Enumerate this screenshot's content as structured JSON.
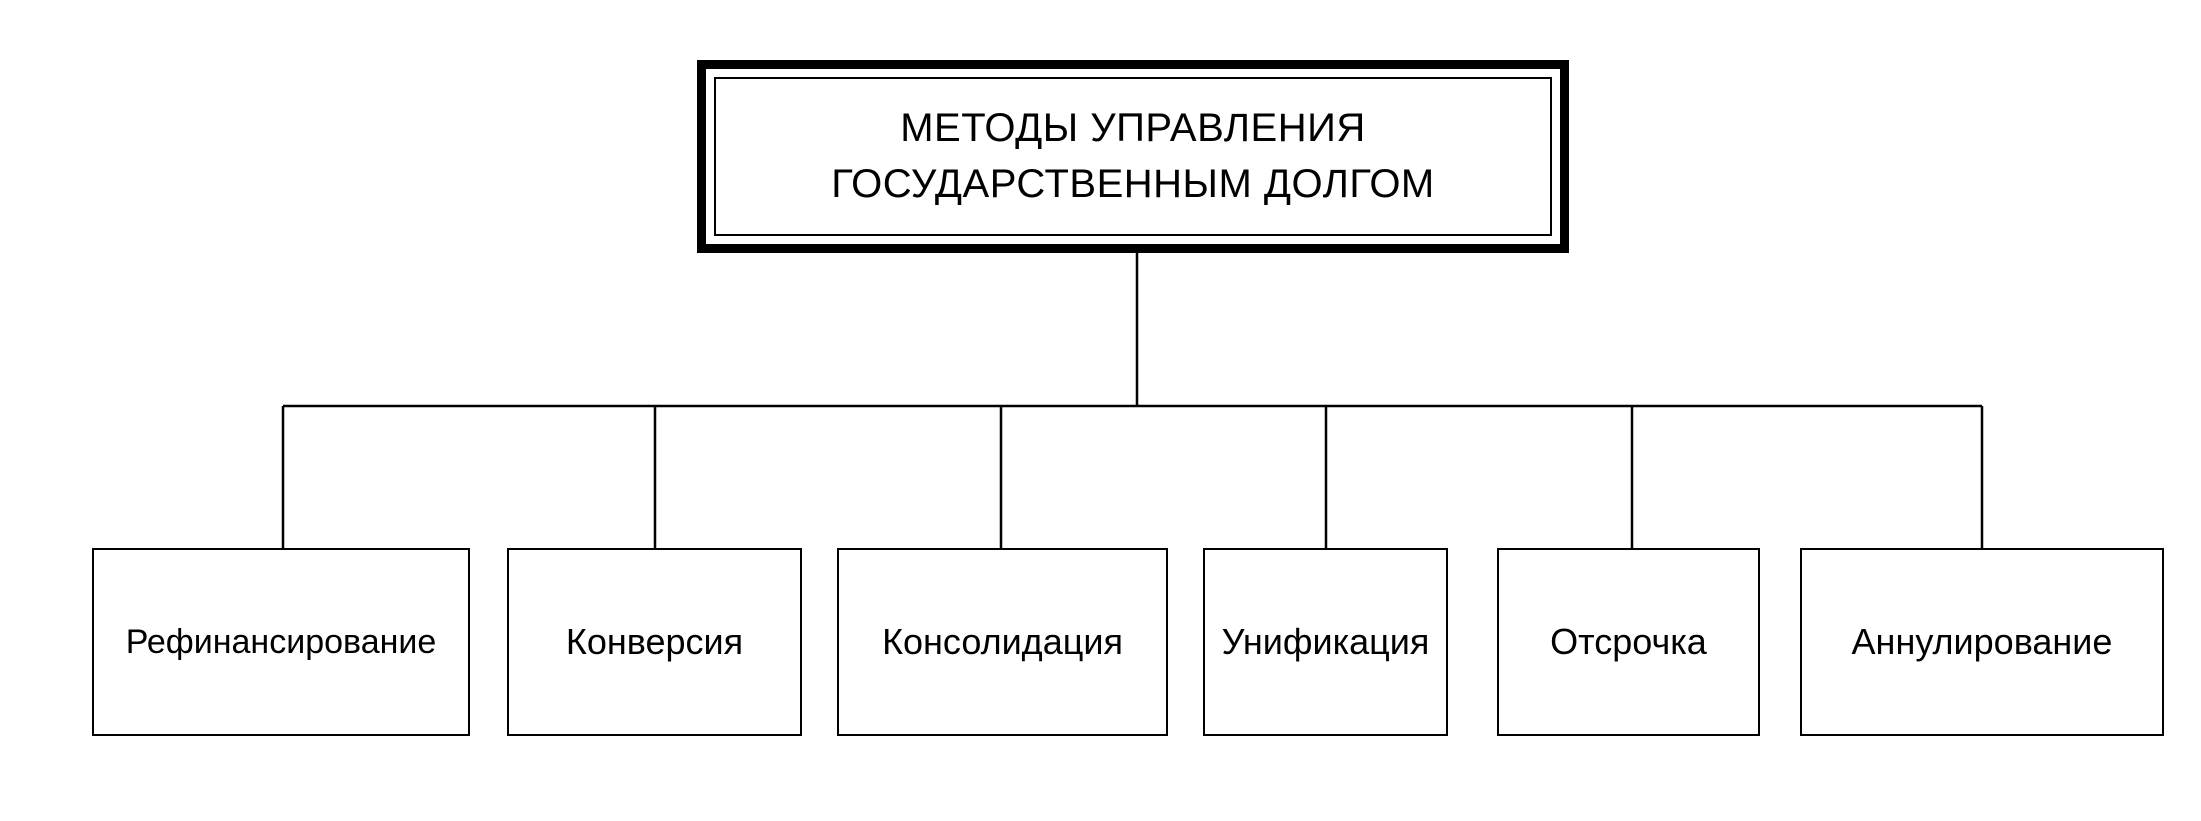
{
  "diagram": {
    "root": {
      "lines": [
        "МЕТОДЫ УПРАВЛЕНИЯ",
        "ГОСУДАРСТВЕННЫМ ДОЛГОМ"
      ]
    },
    "children": [
      "Рефинансирование",
      "Конверсия",
      "Консолидация",
      "Унификация",
      "Отсрочка",
      "Аннулирование"
    ]
  }
}
